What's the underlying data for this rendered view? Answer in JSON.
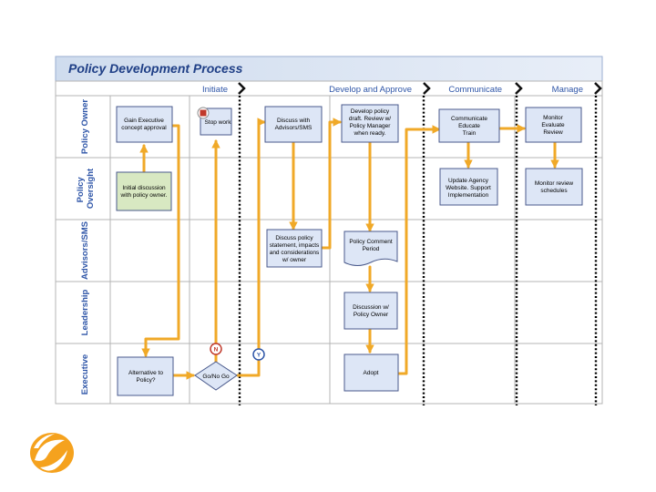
{
  "title": "Policy Development Process",
  "phases": {
    "initiate": "Initiate",
    "develop": "Develop and Approve",
    "communicate": "Communicate",
    "manage": "Manage"
  },
  "lanes": {
    "owner": [
      "Policy Owner"
    ],
    "oversight": [
      "Policy",
      "Oversight"
    ],
    "advisors": [
      "Advisors/SMS"
    ],
    "leadership": [
      "Leadership"
    ],
    "executive": [
      "Executive"
    ]
  },
  "nodes": {
    "gain_exec": [
      "Gain Executive",
      "concept approval"
    ],
    "stop_work": [
      "Stop work"
    ],
    "discuss_advisors": [
      "Discuss with",
      "Advisors/SMS"
    ],
    "develop_draft": [
      "Develop policy",
      "draft.  Review w/",
      "Policy Manager",
      "when ready."
    ],
    "communicate": [
      "Communicate",
      "Educate",
      "Train"
    ],
    "monitor": [
      "Monitor",
      "Evaluate",
      "Review"
    ],
    "initial_discussion": [
      "Initial discussion",
      "with policy owner."
    ],
    "update_agency": [
      "Update Agency",
      "Website.  Support",
      "Implementation"
    ],
    "monitor_review": [
      "Monitor  review",
      "schedules"
    ],
    "discuss_statement": [
      "Discuss policy",
      "statement, impacts",
      "and considerations",
      "w/ owner"
    ],
    "comment_period": [
      "Policy Comment",
      "Period"
    ],
    "discussion_owner": [
      "Discussion w/",
      "Policy Owner"
    ],
    "alternative": [
      "Alternative to",
      "Policy?"
    ],
    "go_no_go": [
      "Go/No Go"
    ],
    "adopt": [
      "Adopt"
    ]
  },
  "markers": {
    "no": "N",
    "yes": "Y"
  },
  "colors": {
    "title_text": "#1f3f86",
    "lane_text": "#2f56a8",
    "box_fill": "#dde6f6",
    "box_green": "#d8e8c2",
    "flow_arrow": "#f0a928",
    "title_bg": "#dce5f2",
    "logo_orange": "#f5a21e"
  },
  "logo": "orange-swirl-logo"
}
